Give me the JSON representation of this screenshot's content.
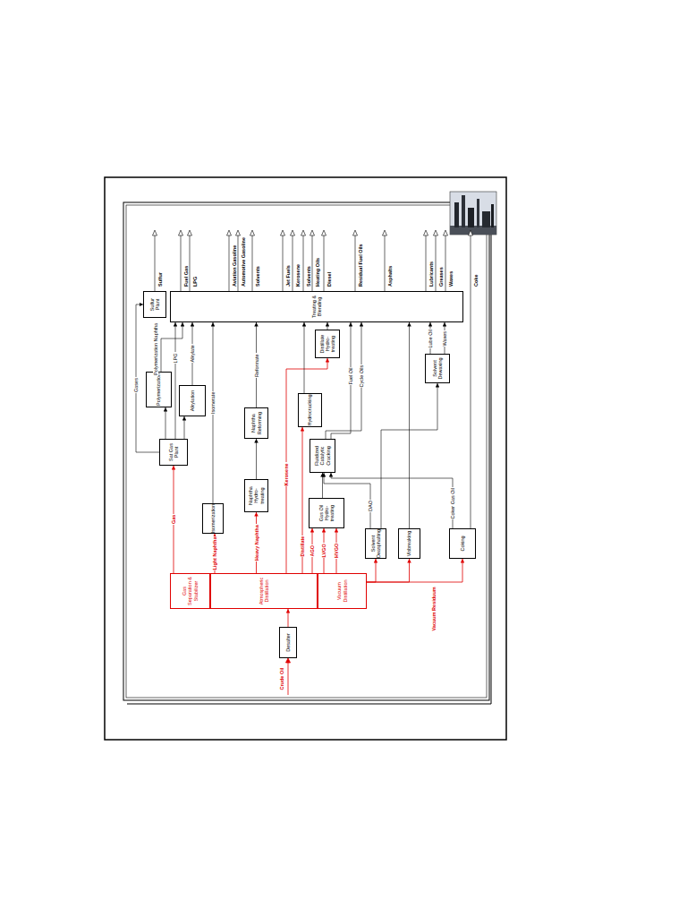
{
  "diagram": {
    "nodes": [
      {
        "text": [
          "Desalter"
        ]
      },
      {
        "text": [
          "Gas Separation & Stabilizer"
        ]
      },
      {
        "text": [
          "Atmospheric Distillation"
        ]
      },
      {
        "text": [
          "Vacuum Distillation"
        ]
      },
      {
        "text": [
          "Sat Gas Plant"
        ]
      },
      {
        "text": [
          "Polymerization"
        ]
      },
      {
        "text": [
          "Alkylation"
        ]
      },
      {
        "text": [
          "Isomerization"
        ]
      },
      {
        "text": [
          "Naphtha Hydro-treating"
        ]
      },
      {
        "text": [
          "Naphtha Reforming"
        ]
      },
      {
        "text": [
          "Gas Oil Hydro-treating"
        ]
      },
      {
        "text": [
          "Fluidized Catalytic Cracking"
        ]
      },
      {
        "text": [
          "Hydrocracking"
        ]
      },
      {
        "text": [
          "Distillate Hydro-treating"
        ]
      },
      {
        "text": [
          "Solvent Deasphalting"
        ]
      },
      {
        "text": [
          "Visbreaking"
        ]
      },
      {
        "text": [
          "Coking"
        ]
      },
      {
        "text": [
          "Solvent Dewaxing"
        ]
      },
      {
        "text": [
          "Sulfur Plant"
        ]
      },
      {
        "text": [
          "Treating & Blending"
        ]
      }
    ],
    "edges": [
      {
        "from": 0,
        "to": 2,
        "arrow": "to"
      },
      {
        "from": 1,
        "to": 4,
        "label": "Gas",
        "arrow": "to"
      },
      {
        "from": 2,
        "to": 7,
        "label": "Light Naphtha",
        "arrow": "to"
      },
      {
        "from": 2,
        "to": 8,
        "label": "Heavy Naphtha",
        "arrow": "to"
      },
      {
        "from": 2,
        "to": 13,
        "label": "Kerosene",
        "arrow": "to"
      },
      {
        "from": 2,
        "to": 12,
        "label": "Distillate",
        "arrow": "to"
      },
      {
        "from": 2,
        "to": 10,
        "label": "AGO",
        "arrow": "to"
      },
      {
        "from": 3,
        "to": 10,
        "label": "LVGO",
        "arrow": "to"
      },
      {
        "from": 3,
        "to": 10,
        "label": "HVGO",
        "arrow": "to"
      },
      {
        "from": 3,
        "to": 14,
        "arrow": "to"
      },
      {
        "from": 3,
        "to": 15,
        "arrow": "to"
      },
      {
        "from": 3,
        "to": 16,
        "label": "Vacuum Residuum",
        "arrow": "to"
      },
      {
        "from": 8,
        "to": 9,
        "arrow": "to"
      },
      {
        "from": 10,
        "to": 11,
        "arrow": "to"
      },
      {
        "from": 14,
        "to": 11,
        "label": "DAO",
        "arrow": "to"
      },
      {
        "from": 16,
        "to": 11,
        "label": "Coker Gas Oil",
        "arrow": "to"
      },
      {
        "from": 14,
        "to": 17,
        "arrow": "to"
      },
      {
        "from": 4,
        "to": 18,
        "label": "Gases",
        "arrow": "to"
      },
      {
        "from": 4,
        "to": 5,
        "arrow": "to"
      },
      {
        "from": 4,
        "to": 6,
        "arrow": "to"
      },
      {
        "from": 4,
        "to": 19,
        "label": "LPG",
        "arrow": "to"
      },
      {
        "from": 5,
        "to": 19,
        "label": "Polymerization Naphtha",
        "arrow": "to"
      },
      {
        "from": 6,
        "to": 19,
        "label": "Alkylate",
        "arrow": "to"
      },
      {
        "from": 7,
        "to": 19,
        "label": "Isomerate",
        "arrow": "to"
      },
      {
        "from": 9,
        "to": 19,
        "label": "Reformate",
        "arrow": "to"
      },
      {
        "from": 12,
        "to": 19,
        "arrow": "to"
      },
      {
        "from": 13,
        "to": 19,
        "arrow": "to"
      },
      {
        "from": 11,
        "to": 19,
        "label": "Fuel Oil",
        "arrow": "to"
      },
      {
        "from": 11,
        "to": 19,
        "label": "Cycle Oils",
        "arrow": "to"
      },
      {
        "from": 15,
        "to": 19,
        "arrow": "to"
      },
      {
        "from": 17,
        "to": 19,
        "label": "Lube Oil",
        "arrow": "to"
      },
      {
        "from": 17,
        "to": 19,
        "label": "Waxes",
        "arrow": "to"
      }
    ],
    "labels": [
      "Crude Oil",
      "Sulfur",
      "Fuel Gas",
      "LPG",
      "Aviation Gasoline",
      "Automotive Gasoline",
      "Solvents",
      "Jet Fuels",
      "Kerosene",
      "Solvents",
      "Heating Oils",
      "Diesel",
      "Residual Fuel Oils",
      "Asphalts",
      "Lubricants",
      "Greases",
      "Waxes",
      "Coke"
    ]
  }
}
